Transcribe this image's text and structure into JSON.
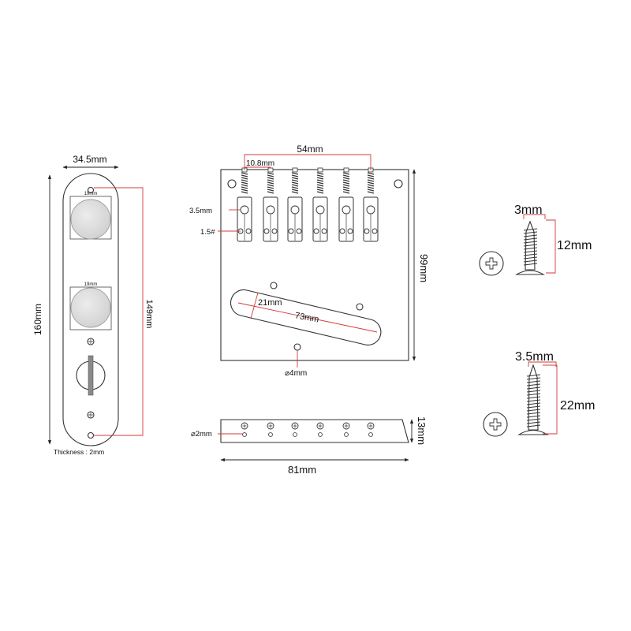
{
  "control_plate": {
    "width": "34.5mm",
    "height": "160mm",
    "hole_spacing": "149mm",
    "knob_top": "19mm",
    "knob_bottom": "19mm",
    "thickness": "Thickness : 2mm"
  },
  "bridge": {
    "saddle_span": "54mm",
    "saddle_pitch": "10.8mm",
    "screw_diameter": "3.5mm",
    "screw_size": "1.5#",
    "height": "99mm",
    "slot_width": "21mm",
    "slot_length": "73mm",
    "hole_diameter": "⌀4mm"
  },
  "bridge_side": {
    "hole_diameter": "⌀2mm",
    "height": "13mm",
    "width": "81mm"
  },
  "screw_small": {
    "diameter": "3mm",
    "length": "12mm"
  },
  "screw_large": {
    "diameter": "3.5mm",
    "length": "22mm"
  }
}
